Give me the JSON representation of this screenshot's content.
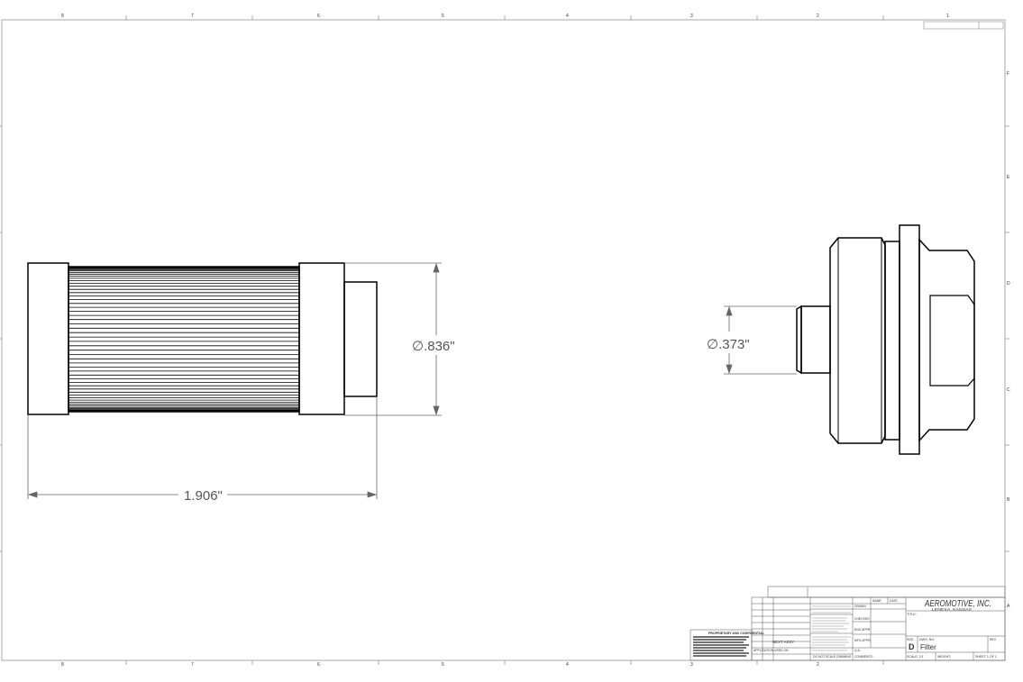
{
  "dimensions": {
    "dia_large": "∅.836\"",
    "dia_small": "∅.373\"",
    "length": "1.906\""
  },
  "title_block": {
    "company": "AEROMOTIVE, INC.",
    "location": "LENEXA, KANSAS",
    "part_title": "Filter",
    "size_letter": "D",
    "dwg_no_label": "DWG. NO.",
    "rev_label": "REV",
    "title_label": "TITLE:",
    "size_label": "SIZE",
    "scale": "SCALE: 2:1",
    "weight": "WEIGHT:",
    "sheet": "SHEET 1 OF 1",
    "name_label": "NAME",
    "date_label": "DATE",
    "drawn_label": "DRAWN",
    "checked_label": "CHECKED",
    "eng_appr_label": "ENG APPR.",
    "mfg_appr_label": "MFG APPR.",
    "qa_label": "Q.A.",
    "comments_label": "COMMENTS:",
    "next_assy": "NEXT ASSY",
    "used_on": "USED ON",
    "application": "APPLICATION",
    "do_not_scale": "DO NOT SCALE DRAWING",
    "proprietary": "PROPRIETARY AND CONFIDENTIAL"
  },
  "zones": {
    "columns_top": [
      "8",
      "7",
      "6",
      "5",
      "4",
      "3",
      "2",
      "1"
    ],
    "rows_right": [
      "F",
      "E",
      "D",
      "C",
      "B",
      "A"
    ]
  }
}
